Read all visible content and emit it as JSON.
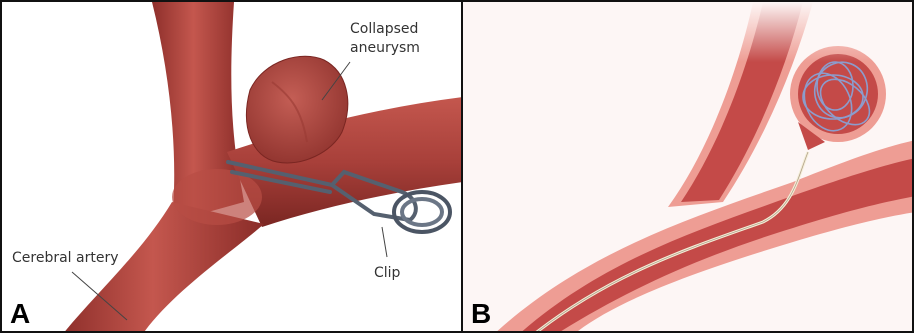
{
  "figure": {
    "panel_a": {
      "letter": "A",
      "labels": {
        "aneurysm_line1": "Collapsed",
        "aneurysm_line2": "aneurysm",
        "artery": "Cerebral artery",
        "clip": "Clip"
      }
    },
    "panel_b": {
      "letter": "B"
    }
  },
  "colors": {
    "artery": "#a8403a",
    "artery_highlight": "#cc6a5f",
    "artery_shadow": "#7a2622",
    "clip_metal": "#5a6678",
    "coil": "#7f8fc0",
    "catheter": "#f4efd8",
    "lumen": "#c44a48"
  }
}
